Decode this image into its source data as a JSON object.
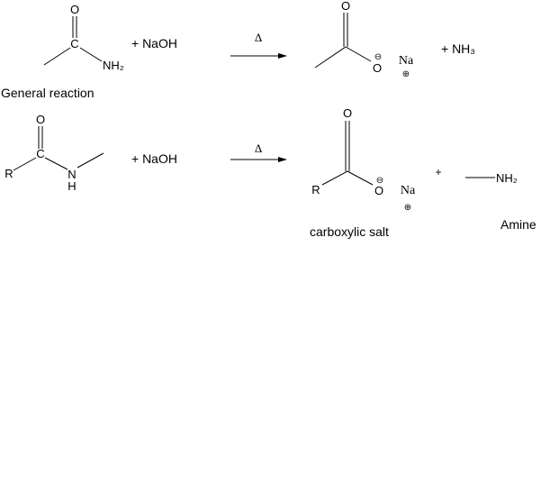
{
  "reaction1": {
    "reactant": {
      "oxygen": "O",
      "carbon": "C",
      "amine": "NH₂"
    },
    "reagent": "+ NaOH",
    "condition": "Δ",
    "product": {
      "oxygen_top": "O",
      "oxygen_anion": "O",
      "minus": "⊖",
      "sodium": "Na",
      "plus": "⊕"
    },
    "byproduct": "+ NH₃",
    "caption": "General reaction"
  },
  "reaction2": {
    "reactant": {
      "oxygen": "O",
      "carbon": "C",
      "r_group": "R",
      "nitrogen": "N",
      "hydrogen": "H"
    },
    "reagent": "+ NaOH",
    "condition": "Δ",
    "product": {
      "oxygen_top": "O",
      "r_group": "R",
      "oxygen_anion": "O",
      "minus": "⊖",
      "sodium": "Na",
      "plus": "⊕"
    },
    "plus_sign": "+",
    "amine": "NH₂",
    "product_label": "carboxylic salt",
    "amine_label": "Amine"
  }
}
